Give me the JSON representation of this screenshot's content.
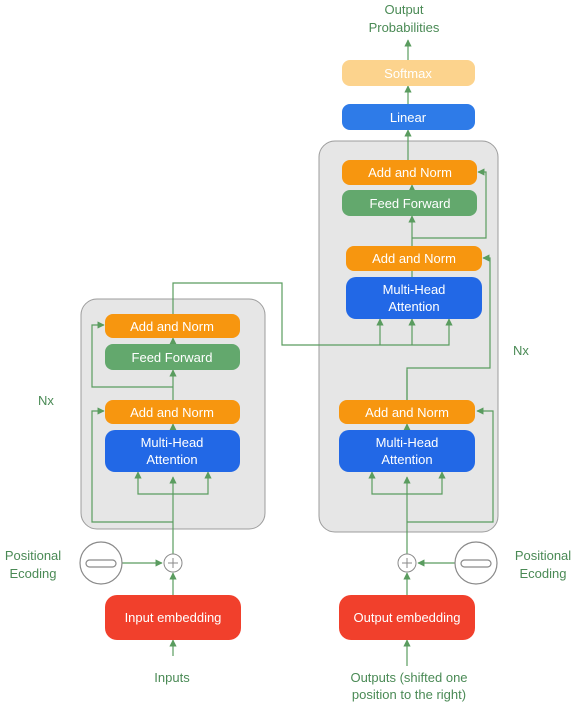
{
  "colors": {
    "orange": "#f7960f",
    "green": "#63a86d",
    "blue": "#2268e6",
    "red": "#f1402c",
    "softmax": "#fcd38d",
    "linear": "#2e7be8",
    "arrow": "#5a9c5f",
    "panel": "#e6e6e6",
    "panel_border": "#9c9c9c",
    "label_green": "#4a8a55"
  },
  "encoder": {
    "add_norm_top": "Add and Norm",
    "feed_forward": "Feed Forward",
    "add_norm_bottom": "Add and Norm",
    "attention_line1": "Multi-Head",
    "attention_line2": "Attention",
    "nx_label": "Nx"
  },
  "decoder": {
    "add_norm_top": "Add and Norm",
    "feed_forward": "Feed Forward",
    "add_norm_middle": "Add and Norm",
    "cross_attention_line1": "Multi-Head",
    "cross_attention_line2": "Attention",
    "add_norm_bottom": "Add and Norm",
    "self_attention_line1": "Multi-Head",
    "self_attention_line2": "Attention",
    "nx_label": "Nx"
  },
  "head": {
    "linear": "Linear",
    "softmax": "Softmax",
    "output_line1": "Output",
    "output_line2": "Probabilities"
  },
  "inputs": {
    "input_embedding": "Input embedding",
    "inputs_label": "Inputs",
    "output_embedding": "Output embedding",
    "outputs_line1": "Outputs (shifted one",
    "outputs_line2": "position to the right)",
    "pos_left_line1": "Positional",
    "pos_left_line2": "Ecoding",
    "pos_right_line1": "Positional",
    "pos_right_line2": "Ecoding"
  }
}
